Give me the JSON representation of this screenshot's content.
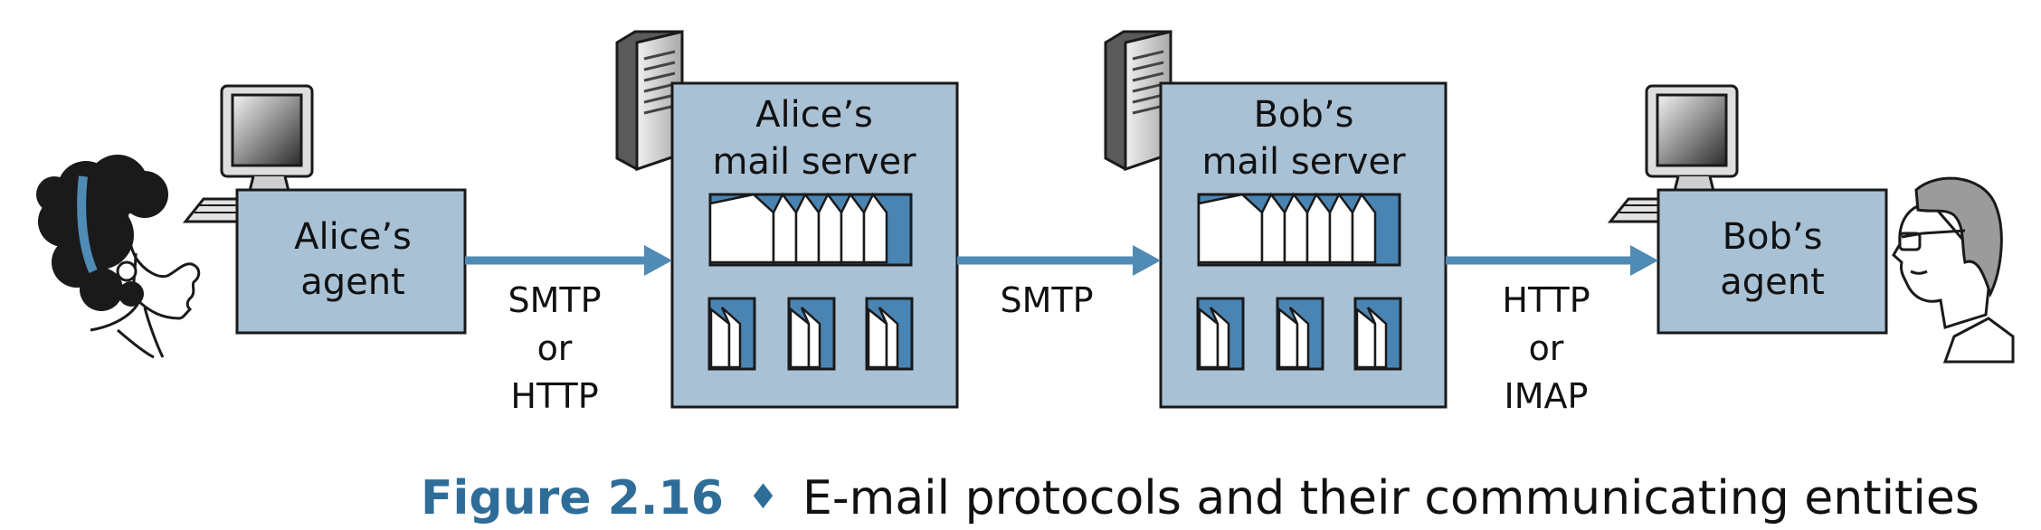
{
  "colors": {
    "box_fill": "#a9c1d5",
    "box_stroke": "#1a1a1a",
    "arrow": "#4f8bb5",
    "caption_accent": "#2f6d99",
    "queue_fill": "#4a84b2"
  },
  "alice_agent": {
    "line1": "Alice’s",
    "line2": "agent"
  },
  "alice_server": {
    "line1": "Alice’s",
    "line2": "mail server"
  },
  "bob_server": {
    "line1": "Bob’s",
    "line2": "mail server"
  },
  "bob_agent": {
    "line1": "Bob’s",
    "line2": "agent"
  },
  "protocol_1": {
    "line1": "SMTP",
    "line2": "or",
    "line3": "HTTP"
  },
  "protocol_2": {
    "line1": "SMTP"
  },
  "protocol_3": {
    "line1": "HTTP",
    "line2": "or",
    "line3": "IMAP"
  },
  "icons": [
    "alice-person-icon",
    "computer-icon",
    "server-tower-icon",
    "message-queue-icon",
    "mailbox-icon",
    "bob-person-icon"
  ],
  "caption": {
    "figure": "Figure 2.16",
    "separator": "♦",
    "text": "E-mail protocols and their communicating entities"
  }
}
